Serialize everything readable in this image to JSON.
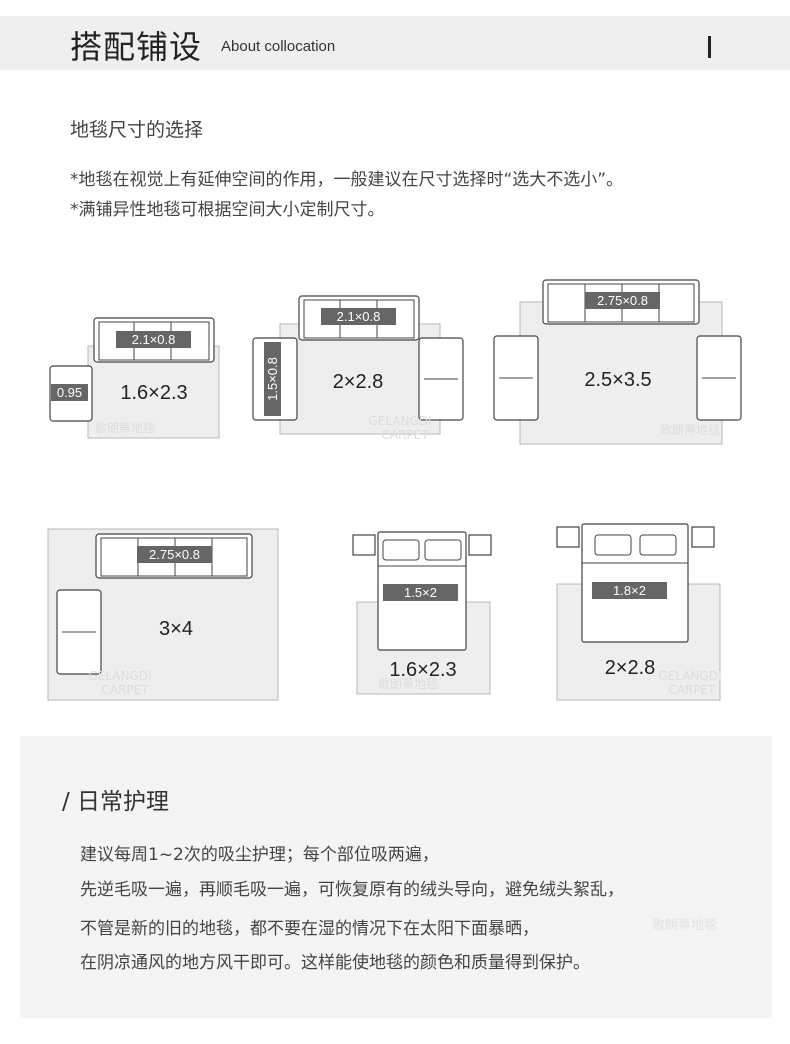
{
  "header": {
    "title": "搭配铺设",
    "subtitle": "About collocation"
  },
  "section": {
    "title": "地毯尺寸的选择",
    "notes": [
      "*地毯在视觉上有延伸空间的作用，一般建议在尺寸选择时“选大不选小”。",
      "*满铺异性地毯可根据空间大小定制尺寸。"
    ]
  },
  "diagrams": {
    "d1": {
      "size": "1.6×2.3",
      "sofa": "2.1×0.8",
      "chair": "0.95"
    },
    "d2": {
      "size": "2×2.8",
      "sofa": "2.1×0.8",
      "side": "1.5×0.8"
    },
    "d3": {
      "size": "2.5×3.5",
      "sofa": "2.75×0.8"
    },
    "d4": {
      "size": "3×4",
      "sofa": "2.75×0.8"
    },
    "d5": {
      "size": "1.6×2.3",
      "bed": "1.5×2"
    },
    "d6": {
      "size": "2×2.8",
      "bed": "1.8×2"
    },
    "watermark_cn": "歌朗蒂地毯",
    "watermark_en1": "GELANGDI",
    "watermark_en2": "CARPET"
  },
  "care": {
    "title": "/ 日常护理",
    "lines": [
      "建议每周1~2次的吸尘护理；每个部位吸两遍，",
      "先逆毛吸一遍，再顺毛吸一遍，可恢复原有的绒头导向，避免绒头絮乱，",
      "不管是新的旧的地毯，都不要在湿的情况下在太阳下面暴晒，",
      "在阴凉通风的地方风干即可。这样能使地毯的颜色和质量得到保护。"
    ],
    "watermark": "歌朗蒂地毯"
  }
}
